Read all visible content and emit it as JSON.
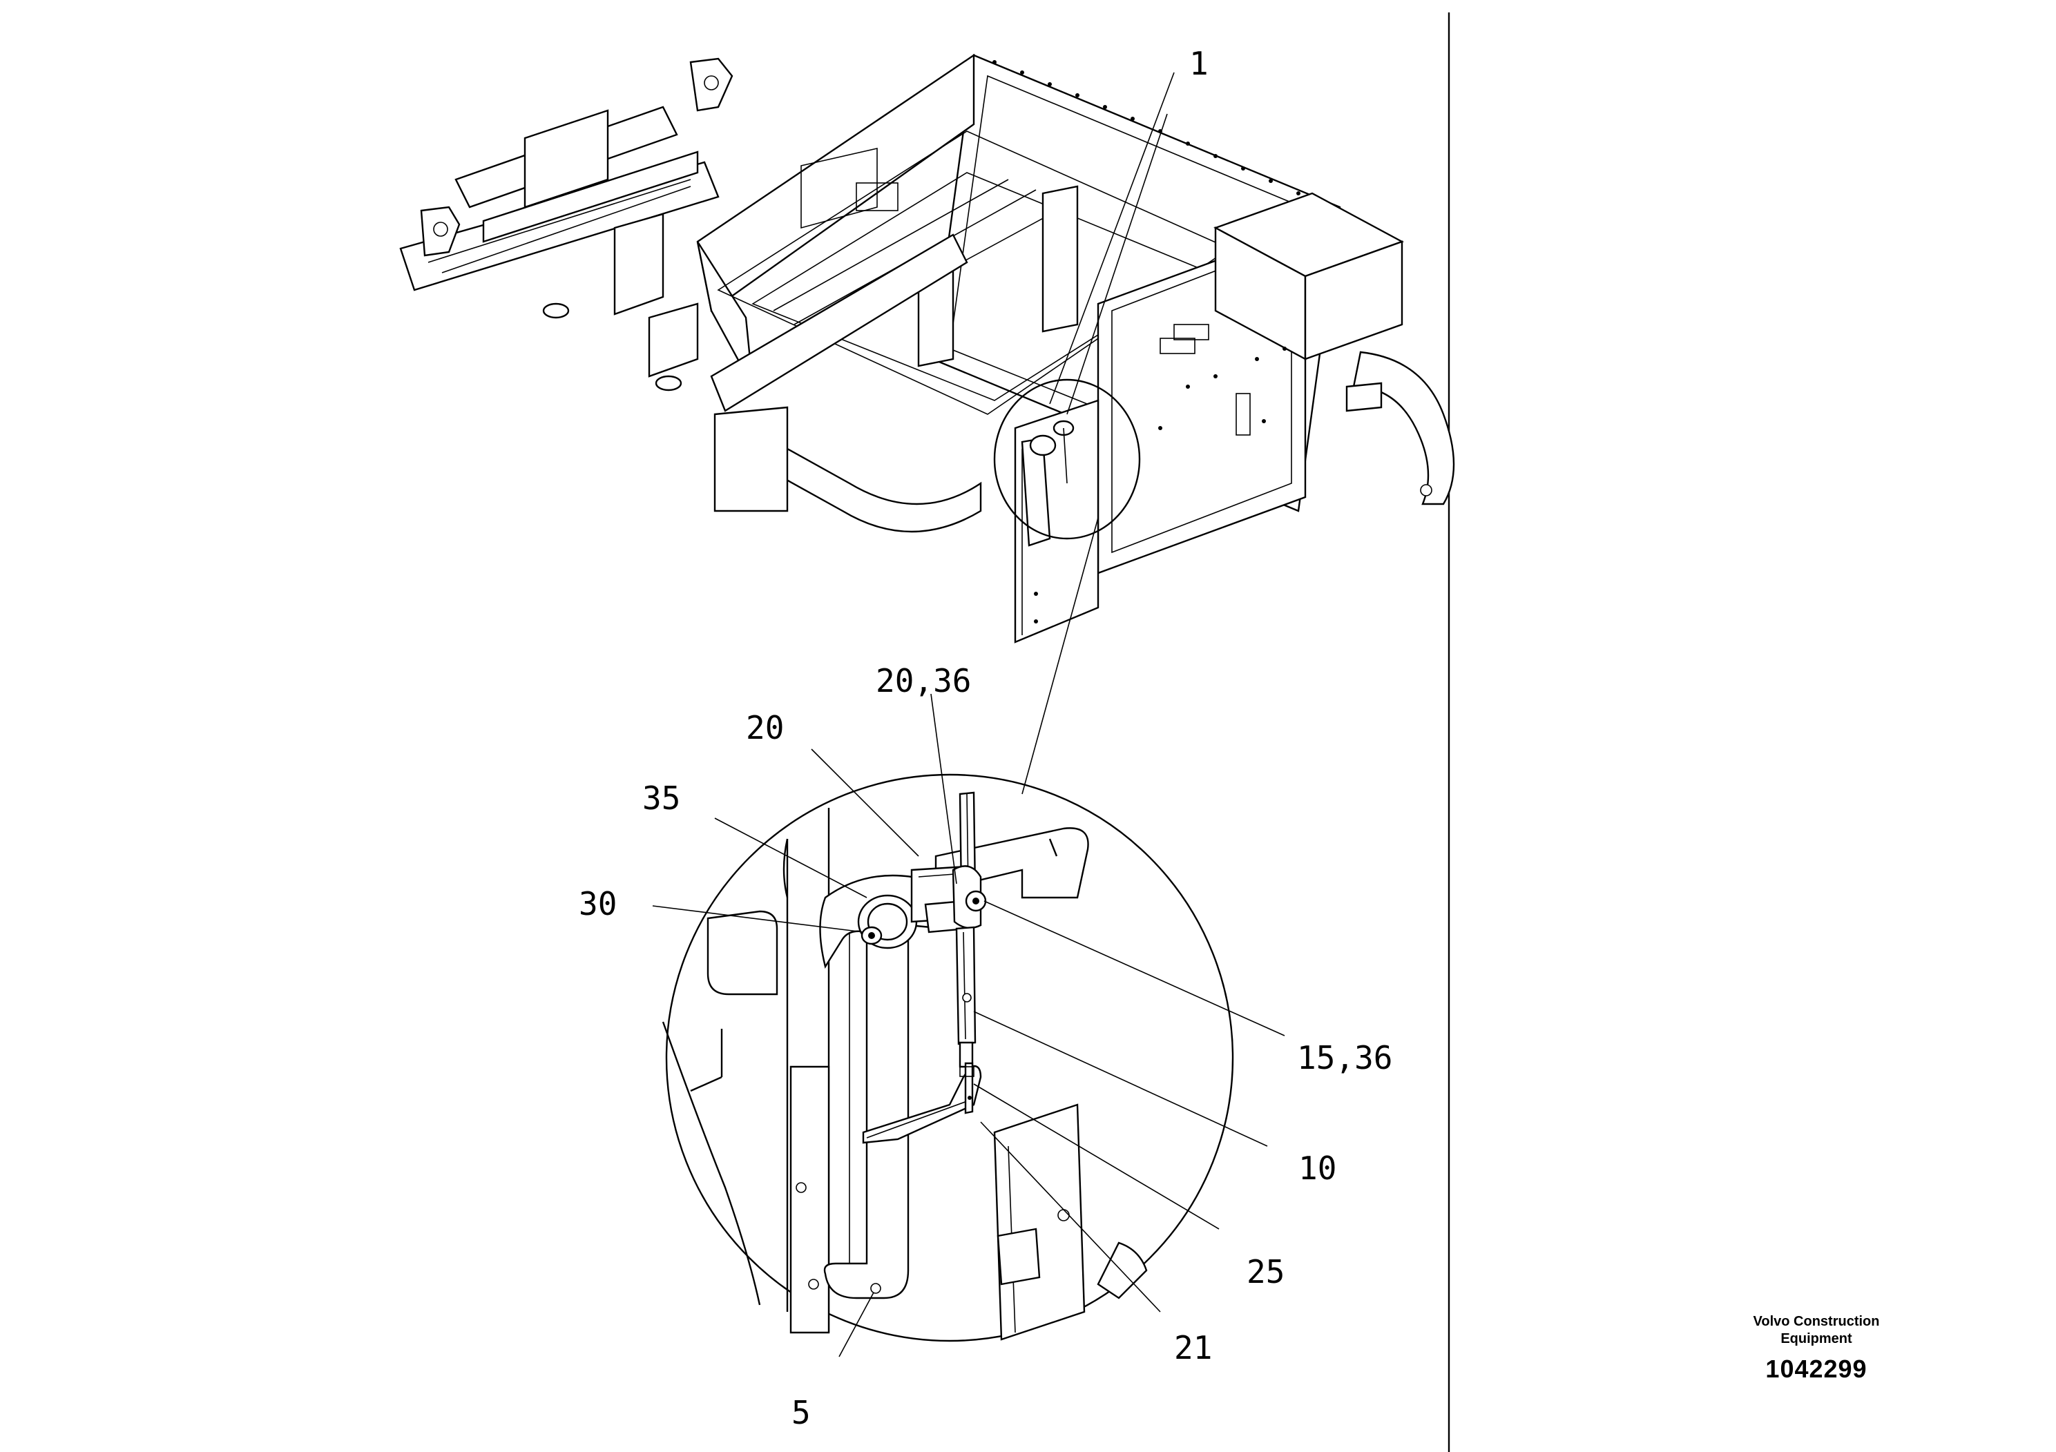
{
  "callouts": {
    "c1": "1",
    "c20_36": "20,36",
    "c20": "20",
    "c35": "35",
    "c30": "30",
    "c15_36": "15,36",
    "c10": "10",
    "c25": "25",
    "c21": "21",
    "c5": "5"
  },
  "title_block": {
    "company_line1": "Volvo Construction",
    "company_line2": "Equipment",
    "drawing_number": "1042299"
  }
}
